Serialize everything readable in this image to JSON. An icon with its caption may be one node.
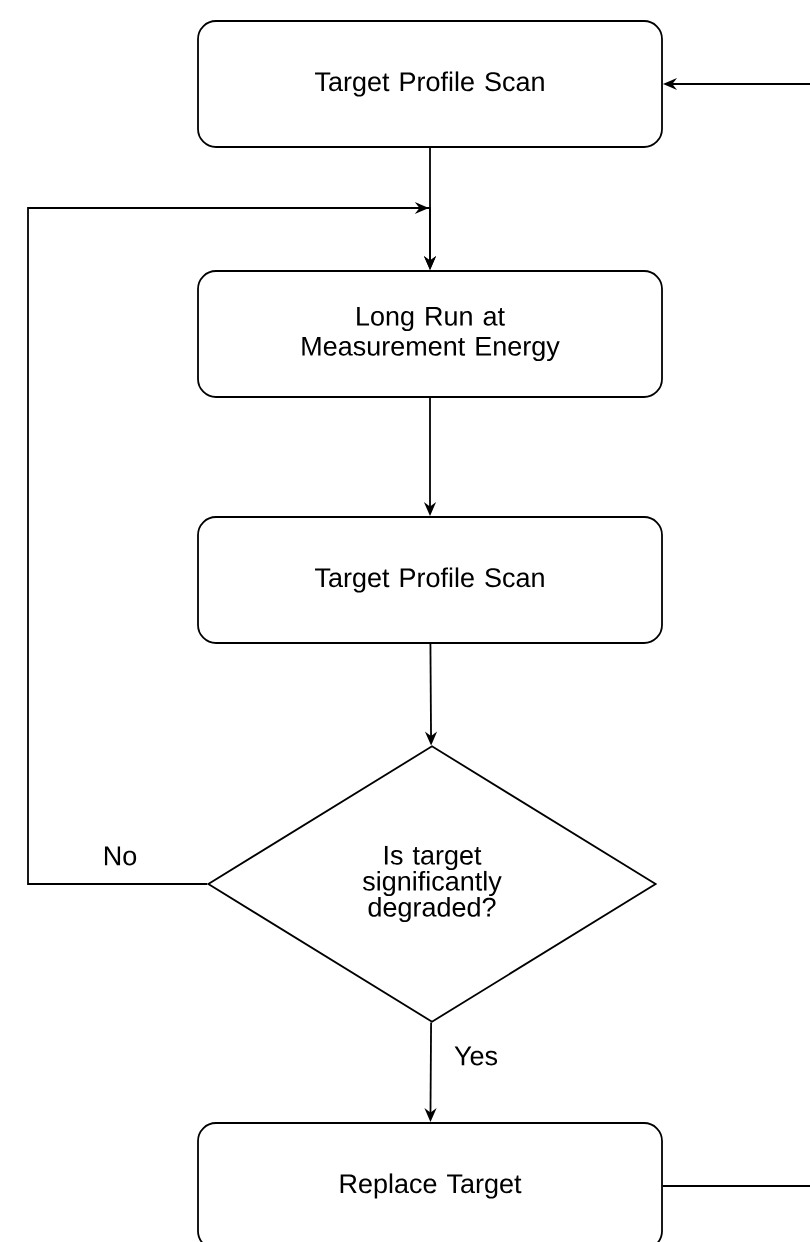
{
  "diagram": {
    "nodes": [
      {
        "text": [
          "Target Profile Scan"
        ]
      },
      {
        "text": [
          "Long Run at Measurement Energy"
        ]
      },
      {
        "text": [
          "Target Profile Scan"
        ]
      },
      {
        "text": [
          "Is target significantly degraded?"
        ]
      },
      {
        "text": [
          "Replace Target"
        ]
      }
    ],
    "edges": [
      {
        "from": 0,
        "to": 1,
        "arrow": "to"
      },
      {
        "from": 1,
        "to": 2,
        "arrow": "to"
      },
      {
        "from": 2,
        "to": 3,
        "arrow": "to"
      },
      {
        "from": 3,
        "to": 1,
        "arrow": "to",
        "label": "No"
      },
      {
        "from": 3,
        "to": 4,
        "arrow": "to",
        "label": "Yes"
      },
      {
        "from": 4,
        "to": 0,
        "arrow": "to"
      }
    ]
  }
}
